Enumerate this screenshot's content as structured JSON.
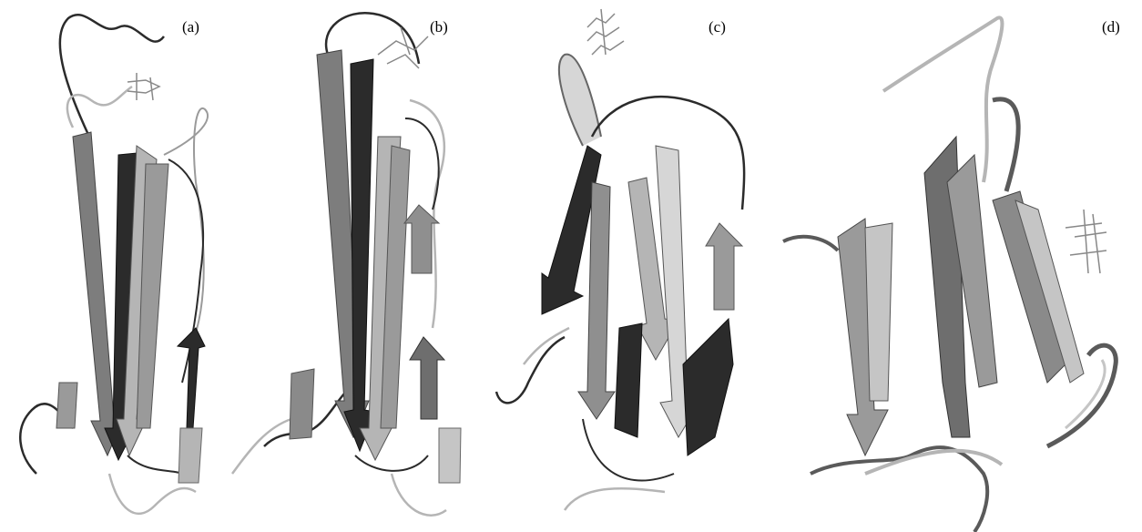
{
  "panels": [
    {
      "label": "(a)"
    },
    {
      "label": "(b)"
    },
    {
      "label": "(c)"
    },
    {
      "label": "(d)"
    }
  ],
  "colors": {
    "dark": "#2b2b2b",
    "mid": "#7d7d7d",
    "light": "#b5b5b5",
    "lighter": "#d6d6d6"
  }
}
